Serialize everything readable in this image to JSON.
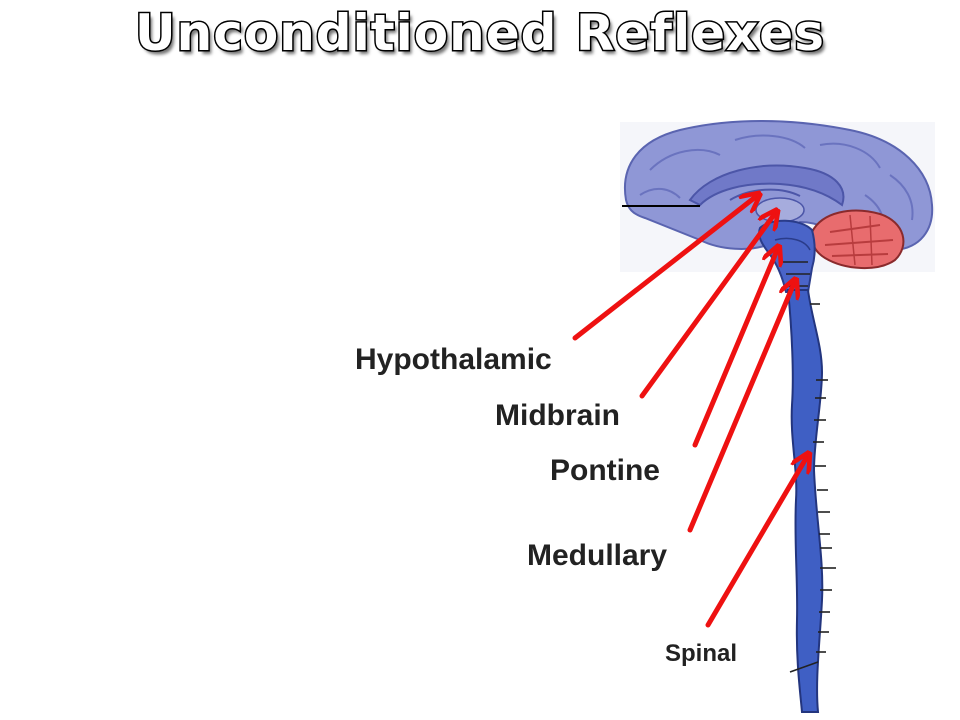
{
  "title": "Unconditioned Reflexes",
  "labels": {
    "hypothalamic": "Hypothalamic",
    "midbrain": "Midbrain",
    "pontine": "Pontine",
    "medullary": "Medullary",
    "spinal": "Spinal"
  },
  "colors": {
    "cortex": "#8f97d6",
    "brainstem": "#4a64c8",
    "spinal_cord": "#3f5fc4",
    "cerebellum": "#e86c6e",
    "arrow": "#ee1111",
    "label_text": "#222222"
  }
}
